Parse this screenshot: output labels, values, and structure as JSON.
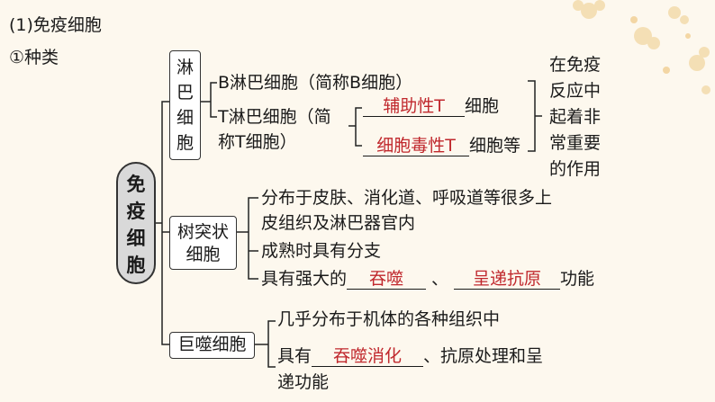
{
  "heading": "(1)免疫细胞",
  "subheading": "①种类",
  "center_label": "免疫细胞",
  "lymphocyte": {
    "label": "淋巴细胞",
    "b_cell": "B淋巴细胞（简称B细胞）",
    "t_cell_line1": "T淋巴细胞（简",
    "t_cell_line2": "称T细胞）",
    "t_helper_answer": "辅助性T",
    "t_helper_suffix": "细胞",
    "t_cytotoxic_answer": "细胞毒性T",
    "t_cytotoxic_suffix": "细胞等",
    "role_lines": [
      "在免疫",
      "反应中",
      "起着非",
      "常重要",
      "的作用"
    ]
  },
  "dendritic": {
    "label_line1": "树突状",
    "label_line2": "细胞",
    "item1_line1": "分布于皮肤、消化道、呼吸道等很多上",
    "item1_line2": "皮组织及淋巴器官内",
    "item2": "成熟时具有分支",
    "item3_prefix": "具有强大的",
    "item3_answer1": "吞噬",
    "item3_sep": "、",
    "item3_answer2": "呈递抗原",
    "item3_suffix": "功能"
  },
  "macrophage": {
    "label": "巨噬细胞",
    "item1": "几乎分布于机体的各种组织中",
    "item2_prefix": "具有",
    "item2_answer": "吞噬消化",
    "item2_suffix": "、抗原处理和呈",
    "item2_line2": "递功能"
  },
  "colors": {
    "answer": "#c0282d",
    "background": "#fdf8ee",
    "oval": "#d9d9d9"
  }
}
